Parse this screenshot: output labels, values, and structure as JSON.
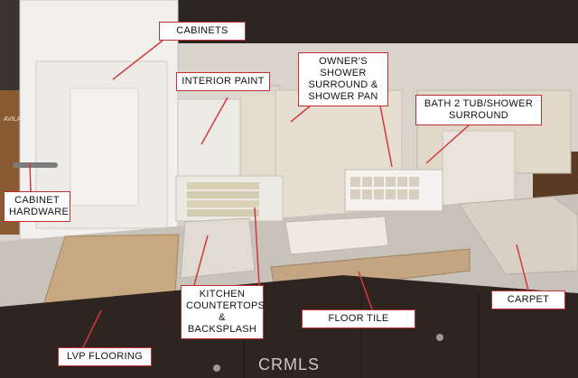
{
  "labels": {
    "cabinets": "CABINETS",
    "interior_paint": "INTERIOR PAINT",
    "owners_shower": "OWNER'S SHOWER SURROUND & SHOWER PAN",
    "bath2": "BATH 2 TUB/SHOWER SURROUND",
    "cabinet_hardware": "CABINET HARDWARE",
    "countertops": "KITCHEN COUNTERTOPS & BACKSPLASH",
    "floor_tile": "FLOOR TILE",
    "carpet": "CARPET",
    "lvp": "LVP FLOORING"
  },
  "sign_text": "AVILA RANCH",
  "watermark": "CRMLS",
  "colors": {
    "label_border": "#c03030",
    "arrow": "#d23a3a"
  }
}
